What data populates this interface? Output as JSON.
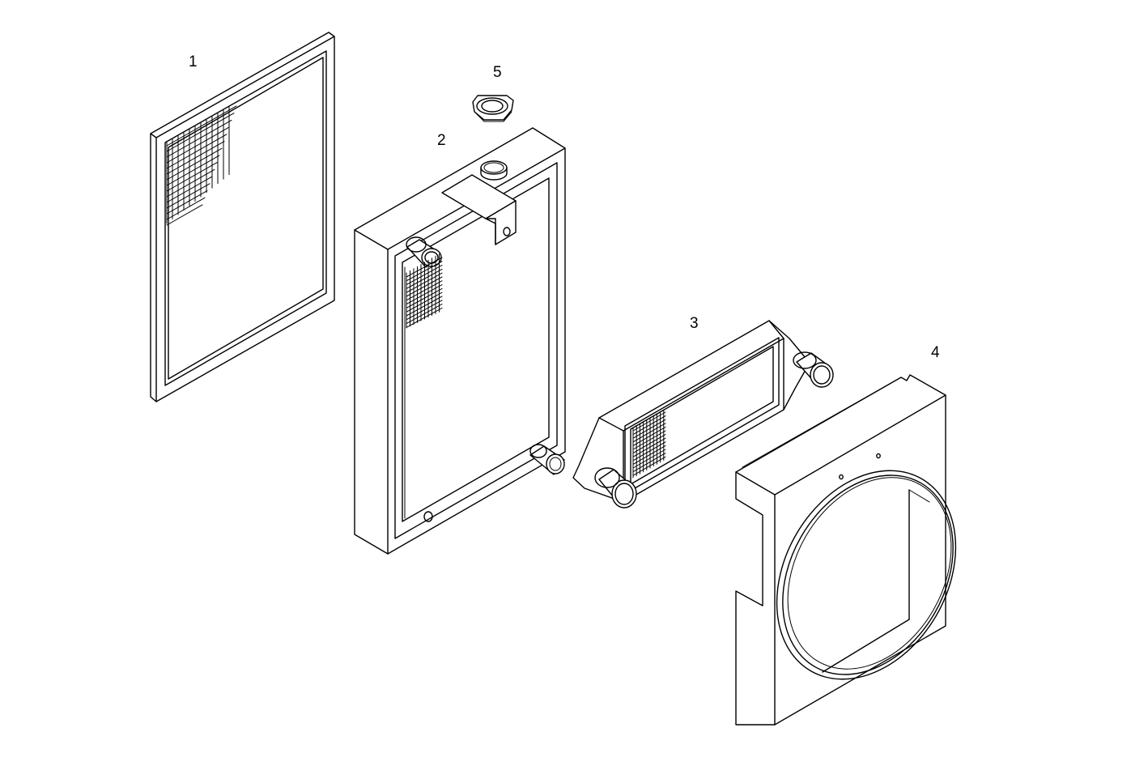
{
  "diagram": {
    "background": "#ffffff",
    "line_color": "#000000",
    "callouts": {
      "c1": "1",
      "c2": "2",
      "c3": "3",
      "c4": "4",
      "c5": "5"
    }
  }
}
